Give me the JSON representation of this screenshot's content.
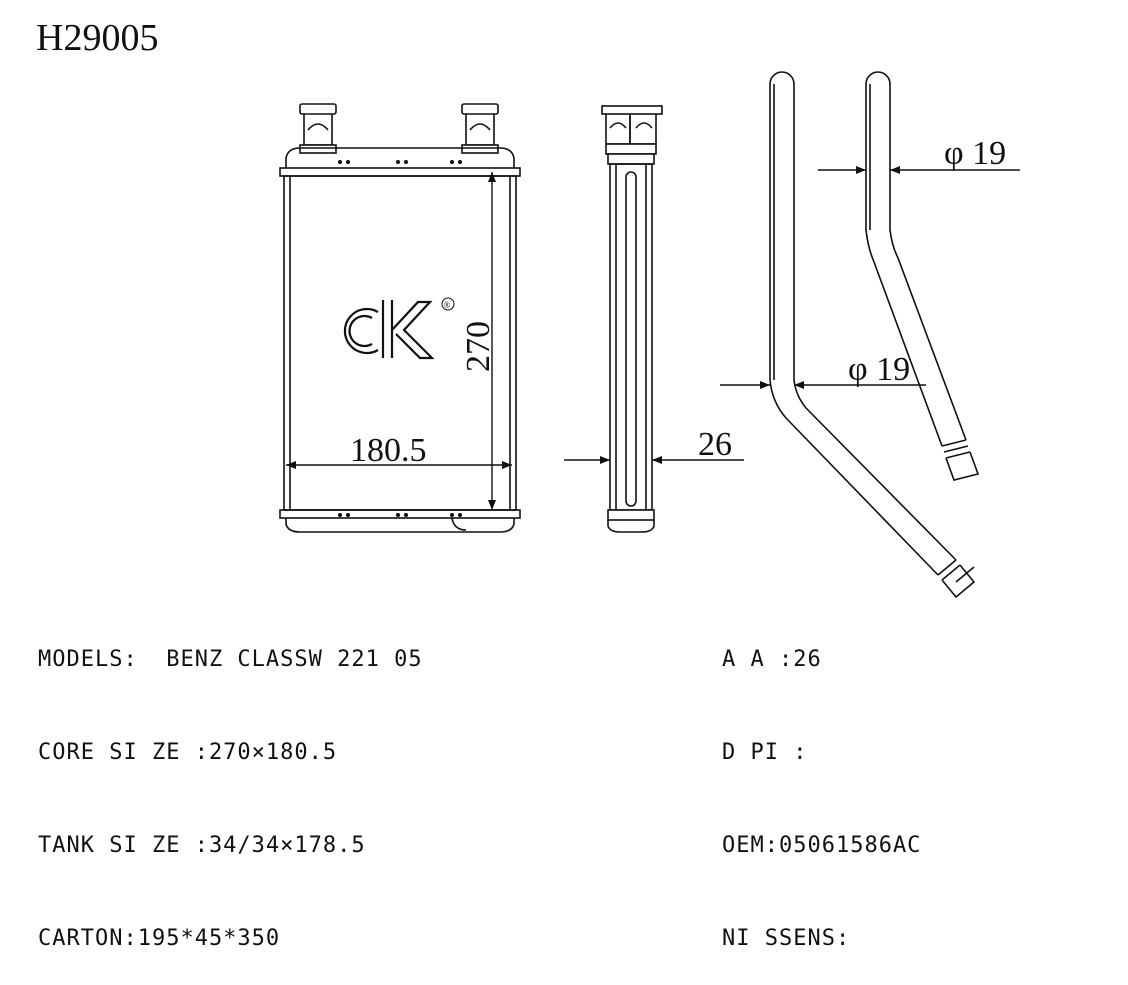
{
  "part_number": "H29005",
  "dimensions": {
    "height": "270",
    "width": "180.5",
    "thickness": "26",
    "pipe_diameter_upper": "φ 19",
    "pipe_diameter_lower": "φ 19"
  },
  "logo": {
    "registered_mark": "®"
  },
  "specs_left": [
    "MODELS:  BENZ CLASSW 221 05",
    "CORE SI ZE :270×180.5",
    "TANK SI ZE :34/34×178.5",
    "CARTON:195*45*350"
  ],
  "specs_right": [
    "A A :26",
    "D PI :",
    "OEM:05061586AC",
    "NI SSENS:"
  ]
}
